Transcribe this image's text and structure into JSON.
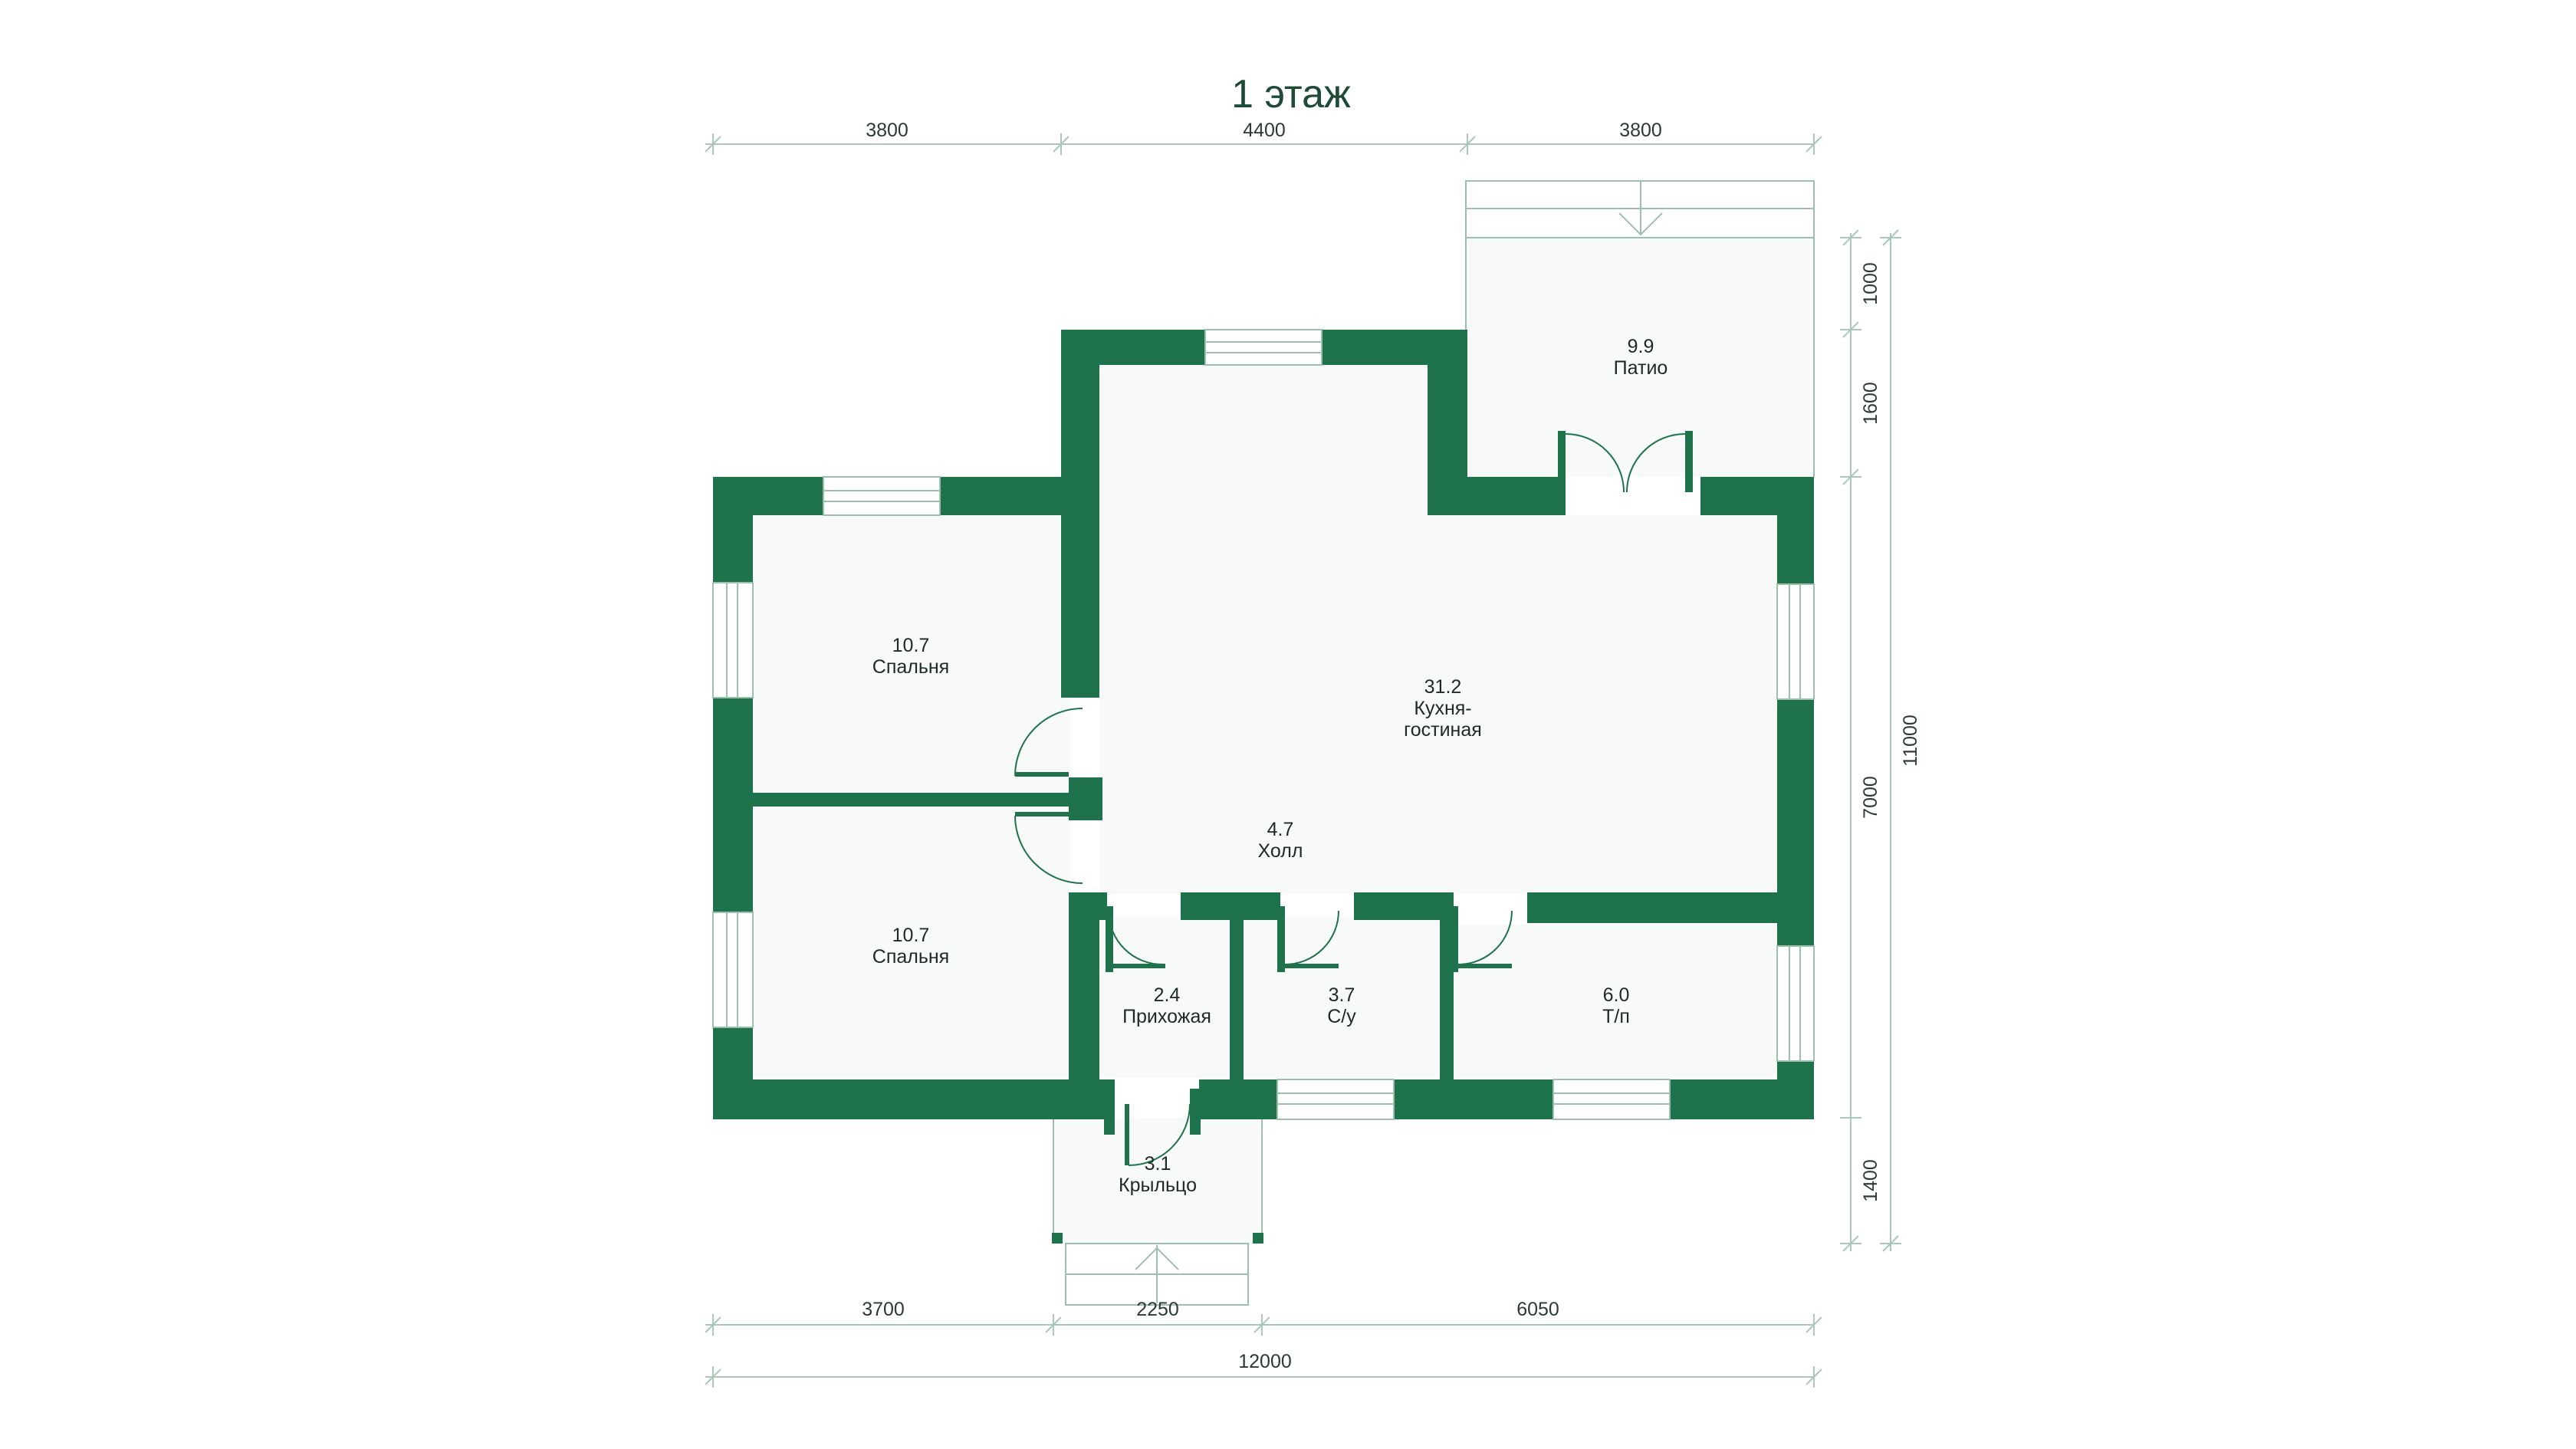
{
  "title": "1 этаж",
  "dimensions": {
    "top": [
      "3800",
      "4400",
      "3800"
    ],
    "bottom": [
      "3700",
      "2250",
      "6050"
    ],
    "total": "12000",
    "right_inner": [
      "1000",
      "1600",
      "7000",
      "1400"
    ],
    "right_total": "11000"
  },
  "rooms": [
    {
      "area": "9.9",
      "name": "Патио"
    },
    {
      "area": "10.7",
      "name": "Спальня"
    },
    {
      "area": "31.2",
      "name": "Кухня-",
      "name2": "гостиная"
    },
    {
      "area": "4.7",
      "name": "Холл"
    },
    {
      "area": "10.7",
      "name": "Спальня"
    },
    {
      "area": "2.4",
      "name": "Прихожая"
    },
    {
      "area": "3.7",
      "name": "С/у"
    },
    {
      "area": "6.0",
      "name": "Т/п"
    },
    {
      "area": "3.1",
      "name": "Крыльцо"
    }
  ],
  "colors": {
    "wall": "#1f734c",
    "floor": "#f7faf8",
    "dimension_line": "#a9c8b8"
  }
}
